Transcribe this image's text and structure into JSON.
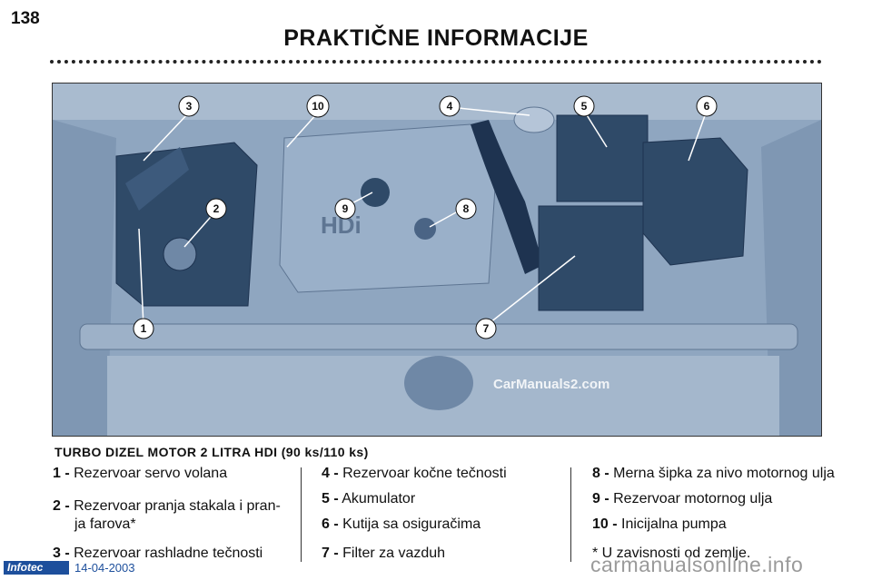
{
  "page": {
    "number": "138",
    "title": "PRAKTIČNE INFORMACIJE"
  },
  "photo": {
    "watermark": "CarManuals2.com",
    "callouts": [
      "1",
      "2",
      "3",
      "4",
      "5",
      "6",
      "7",
      "8",
      "9",
      "10"
    ]
  },
  "engine_heading": "TURBO DIZEL MOTOR 2 LITRA HDI (90 ks/110 ks)",
  "legend": {
    "col1": [
      {
        "num": "1 -",
        "text": "Rezervoar servo volana"
      },
      {
        "num": "2 -",
        "text": "Rezervoar pranja stakala i pran-"
      },
      {
        "num": "",
        "text": "ja farova*"
      },
      {
        "num": "3 -",
        "text": "Rezervoar rashladne tečnosti"
      }
    ],
    "col2": [
      {
        "num": "4 -",
        "text": "Rezervoar kočne tečnosti"
      },
      {
        "num": "5 -",
        "text": "Akumulator"
      },
      {
        "num": "6 -",
        "text": "Kutija sa osiguračima"
      },
      {
        "num": "7 -",
        "text": "Filter za vazduh"
      }
    ],
    "col3": [
      {
        "num": "8 -",
        "text": "Merna šipka za nivo motornog ulja"
      },
      {
        "num": "9 -",
        "text": "Rezervoar motornog ulja"
      },
      {
        "num": "10 -",
        "text": "Inicijalna pumpa"
      },
      {
        "num": "",
        "text": "* U zavisnosti od zemlje."
      }
    ]
  },
  "footer": {
    "logo": "Infotec",
    "date": "14-04-2003",
    "watermark": "carmanualsonline.info"
  },
  "colors": {
    "photo_bg": "#8fa6c0",
    "component_dark": "#2f4a68",
    "brand_blue": "#1d4f9c"
  }
}
